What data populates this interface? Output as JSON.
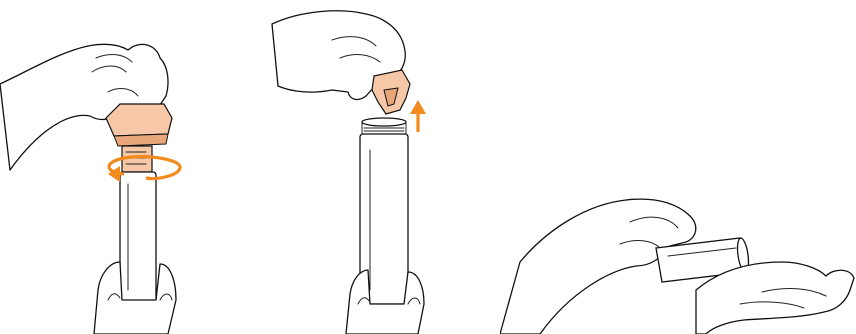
{
  "colors": {
    "accent_orange": "#F28A1E",
    "cap_fill": "#F6C8A8",
    "cap_shadow": "#E9A67A",
    "line": "#111111",
    "background": "#FFFFFF",
    "pellet": "#A67B5B"
  },
  "steps": [
    {
      "action": "twist-cap-counterclockwise",
      "arrow_icon": "rotate-arrow-icon"
    },
    {
      "action": "lift-cap-off",
      "arrow_icon": "up-arrow-icon"
    },
    {
      "action": "tip-pellet-into-palm",
      "arrow_icon": ""
    }
  ]
}
